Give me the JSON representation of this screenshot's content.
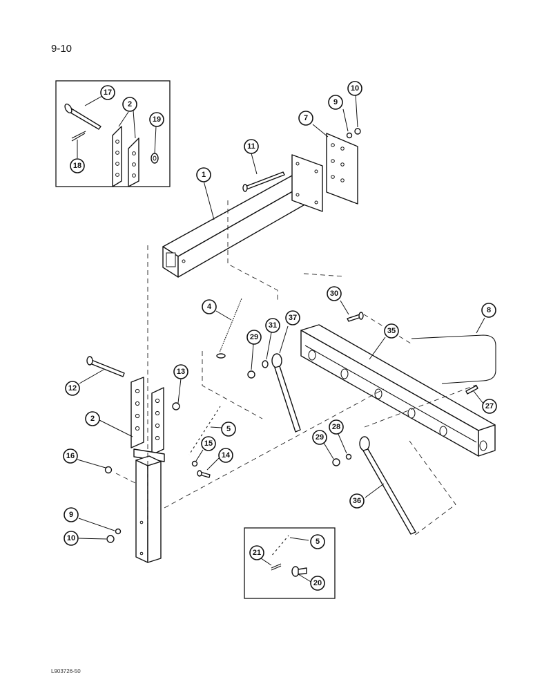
{
  "page": {
    "page_number": "9-10",
    "figure_code": "L903726-50"
  },
  "callouts": [
    {
      "id": "c17",
      "label": "17"
    },
    {
      "id": "c2a",
      "label": "2"
    },
    {
      "id": "c19",
      "label": "19"
    },
    {
      "id": "c18",
      "label": "18"
    },
    {
      "id": "c10a",
      "label": "10"
    },
    {
      "id": "c9a",
      "label": "9"
    },
    {
      "id": "c7",
      "label": "7"
    },
    {
      "id": "c11",
      "label": "11"
    },
    {
      "id": "c1",
      "label": "1"
    },
    {
      "id": "c30",
      "label": "30"
    },
    {
      "id": "c8",
      "label": "8"
    },
    {
      "id": "c4",
      "label": "4"
    },
    {
      "id": "c37",
      "label": "37"
    },
    {
      "id": "c31",
      "label": "31"
    },
    {
      "id": "c29a",
      "label": "29"
    },
    {
      "id": "c35",
      "label": "35"
    },
    {
      "id": "c13",
      "label": "13"
    },
    {
      "id": "c12",
      "label": "12"
    },
    {
      "id": "c27",
      "label": "27"
    },
    {
      "id": "c2b",
      "label": "2"
    },
    {
      "id": "c5a",
      "label": "5"
    },
    {
      "id": "c15",
      "label": "15"
    },
    {
      "id": "c28",
      "label": "28"
    },
    {
      "id": "c29b",
      "label": "29"
    },
    {
      "id": "c14",
      "label": "14"
    },
    {
      "id": "c16",
      "label": "16"
    },
    {
      "id": "c36",
      "label": "36"
    },
    {
      "id": "c9b",
      "label": "9"
    },
    {
      "id": "c10b",
      "label": "10"
    },
    {
      "id": "c5b",
      "label": "5"
    },
    {
      "id": "c21",
      "label": "21"
    },
    {
      "id": "c20",
      "label": "20"
    }
  ]
}
